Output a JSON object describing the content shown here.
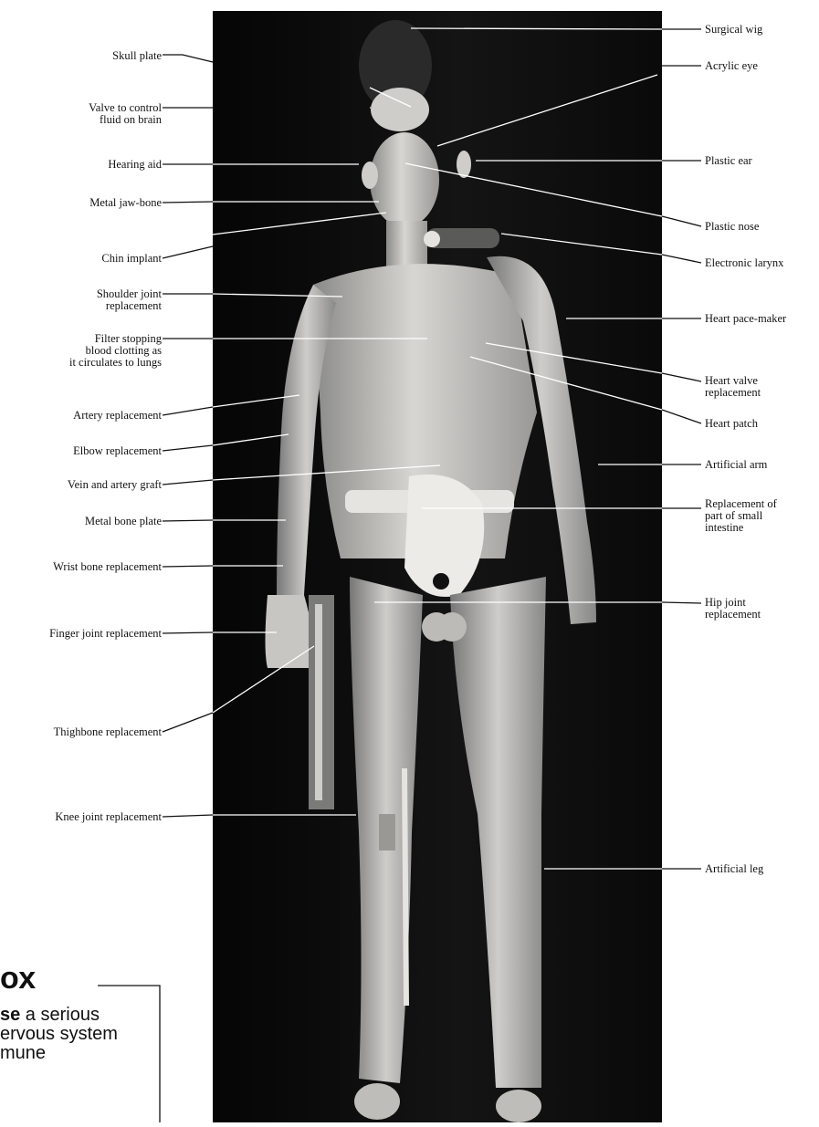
{
  "labels_left": [
    {
      "id": "skull-plate",
      "lines": [
        "Skull plate"
      ]
    },
    {
      "id": "valve",
      "lines": [
        "Valve to control",
        "fluid on brain"
      ]
    },
    {
      "id": "hearing-aid",
      "lines": [
        "Hearing aid"
      ]
    },
    {
      "id": "jaw-bone",
      "lines": [
        "Metal jaw-bone"
      ]
    },
    {
      "id": "chin",
      "lines": [
        "Chin implant"
      ]
    },
    {
      "id": "shoulder",
      "lines": [
        "Shoulder joint",
        "replacement"
      ]
    },
    {
      "id": "filter",
      "lines": [
        "Filter stopping",
        "blood clotting as",
        "it circulates to lungs"
      ]
    },
    {
      "id": "artery",
      "lines": [
        "Artery  replacement"
      ]
    },
    {
      "id": "elbow",
      "lines": [
        "Elbow replacement"
      ]
    },
    {
      "id": "vein",
      "lines": [
        "Vein and  artery graft"
      ]
    },
    {
      "id": "bone-plate",
      "lines": [
        "Metal bone plate"
      ]
    },
    {
      "id": "wrist",
      "lines": [
        "Wrist bone  replacement"
      ]
    },
    {
      "id": "finger",
      "lines": [
        "Finger joint  replacement"
      ]
    },
    {
      "id": "thighbone",
      "lines": [
        "Thighbone  replacement"
      ]
    },
    {
      "id": "knee",
      "lines": [
        "Knee joint  replacement"
      ]
    }
  ],
  "labels_right": [
    {
      "id": "wig",
      "lines": [
        "Surgical wig"
      ]
    },
    {
      "id": "eye",
      "lines": [
        "Acrylic eye"
      ]
    },
    {
      "id": "ear",
      "lines": [
        "Plastic ear"
      ]
    },
    {
      "id": "nose",
      "lines": [
        "Plastic nose"
      ]
    },
    {
      "id": "larynx",
      "lines": [
        "Electronic larynx"
      ]
    },
    {
      "id": "pacemaker",
      "lines": [
        "Heart pace-maker"
      ]
    },
    {
      "id": "heart-valve",
      "lines": [
        "Heart valve",
        "replacement"
      ]
    },
    {
      "id": "heart-patch",
      "lines": [
        "Heart patch"
      ]
    },
    {
      "id": "arm",
      "lines": [
        "Artificial arm"
      ]
    },
    {
      "id": "intestine",
      "lines": [
        "Replacement of",
        "part of small",
        "intestine"
      ]
    },
    {
      "id": "hip",
      "lines": [
        "Hip joint",
        "replacement"
      ]
    },
    {
      "id": "leg",
      "lines": [
        "Artificial leg"
      ]
    }
  ],
  "box": {
    "title_fragment": "ox",
    "line1_bold": "se",
    "line1_rest": "  a serious",
    "line2": "ervous system",
    "line3": "mune"
  }
}
